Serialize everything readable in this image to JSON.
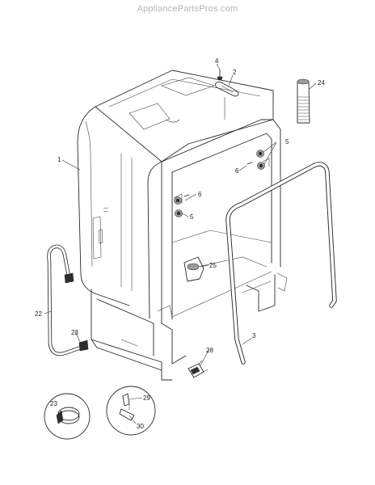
{
  "watermark": "AppliancePartsPros.com",
  "labels": {
    "p1": "1",
    "p2": "2",
    "p3": "3",
    "p4": "4",
    "p5a": "5",
    "p5b": "5",
    "p6a": "6",
    "p6b": "6",
    "p22": "22",
    "p23a": "23",
    "p23b": "23",
    "p24": "24",
    "p25": "25",
    "p28": "28",
    "p29": "29",
    "p30": "30"
  }
}
